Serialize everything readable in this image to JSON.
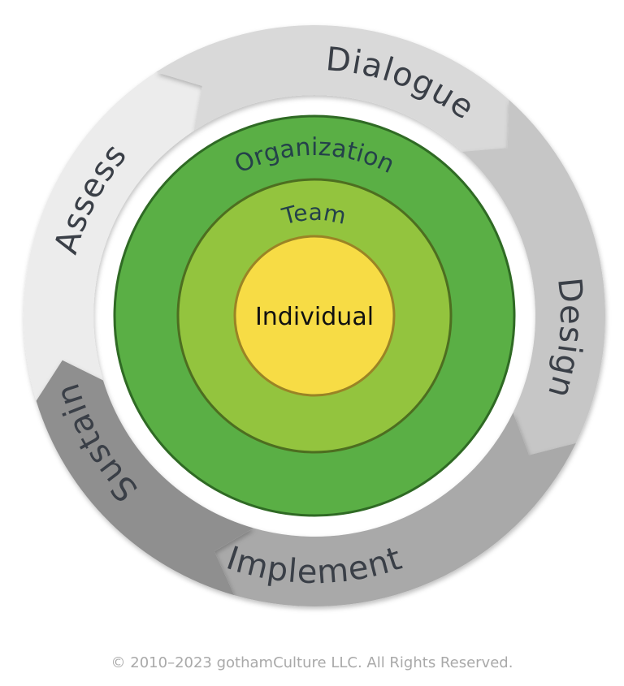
{
  "cycle": {
    "stages": [
      {
        "id": "assess",
        "label": "Assess",
        "color": "#ececec"
      },
      {
        "id": "dialogue",
        "label": "Dialogue",
        "color": "#d9d9d9"
      },
      {
        "id": "design",
        "label": "Design",
        "color": "#c6c6c6"
      },
      {
        "id": "implement",
        "label": "Implement",
        "color": "#a9a9a9"
      },
      {
        "id": "sustain",
        "label": "Sustain",
        "color": "#8f8f8f"
      }
    ]
  },
  "rings": {
    "organization": {
      "label": "Organization",
      "color": "#5aaf45"
    },
    "team": {
      "label": "Team",
      "color": "#93c43e"
    },
    "individual": {
      "label": "Individual",
      "color": "#f7dc45"
    }
  },
  "footer": {
    "copyright": "© 2010–2023 gothamCulture LLC. All Rights Reserved."
  }
}
